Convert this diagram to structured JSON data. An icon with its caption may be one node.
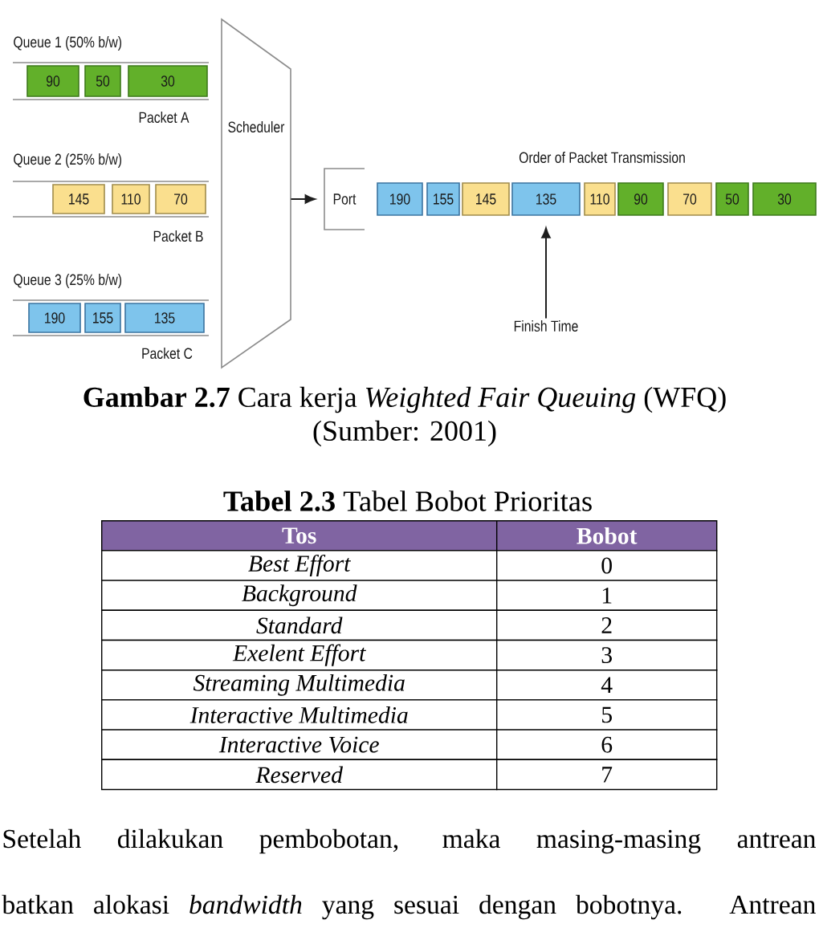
{
  "diagram": {
    "caption": "**Gambar 2.7** Cara kerja *Weighted Fair Queuing* (WFQ)",
    "nodes": [
      {
        "text": [
          "Queue 1 (50% b/w)"
        ],
        "beside": [
          "Packet A"
        ]
      },
      {
        "text": [
          "90"
        ],
        "in": 0
      },
      {
        "text": [
          "50"
        ],
        "in": 0
      },
      {
        "text": [
          "30"
        ],
        "in": 0
      },
      {
        "text": [
          "Queue 2 (25% b/w)"
        ],
        "beside": [
          "Packet B"
        ]
      },
      {
        "text": [
          "145"
        ],
        "in": 4
      },
      {
        "text": [
          "110"
        ],
        "in": 4
      },
      {
        "text": [
          "70"
        ],
        "in": 4
      },
      {
        "text": [
          "Queue 3 (25% b/w)"
        ],
        "beside": [
          "Packet C"
        ]
      },
      {
        "text": [
          "190"
        ],
        "in": 8
      },
      {
        "text": [
          "155"
        ],
        "in": 8
      },
      {
        "text": [
          "135"
        ],
        "in": 8
      },
      {
        "text": [
          "Scheduler"
        ]
      },
      {
        "text": [
          "Port"
        ]
      },
      {
        "text": [
          "190"
        ]
      },
      {
        "text": [
          "155"
        ]
      },
      {
        "text": [
          "145"
        ]
      },
      {
        "text": [
          "135"
        ]
      },
      {
        "text": [
          "110"
        ]
      },
      {
        "text": [
          "90"
        ]
      },
      {
        "text": [
          "70"
        ]
      },
      {
        "text": [
          "50"
        ]
      },
      {
        "text": [
          "30"
        ]
      },
      {
        "text": [
          "Finish Time"
        ]
      }
    ],
    "edges": [
      {
        "from": 12,
        "to": 13,
        "arrow": "to"
      },
      {
        "from": 23,
        "to": 17,
        "arrow": "to"
      }
    ],
    "labels": [
      "Order of Packet Transmission",
      "(Sumber: 2001)",
      "**Tabel 2.3** Tabel Bobot Prioritas",
      "Tos",
      "Bobot",
      "Best Effort",
      "0",
      "Background",
      "1",
      "Standard",
      "2",
      "Exelent Effort",
      "3",
      "Streaming Multimedia",
      "4",
      "Interactive Multimedia",
      "5",
      "Interactive Voice",
      "6",
      "Reserved",
      "7",
      "Setelah dilakukan pembobotan, maka masing-masing antrean",
      "batkan alokasi *bandwidth* yang sesuai dengan bobotnya. Antrean"
    ]
  }
}
